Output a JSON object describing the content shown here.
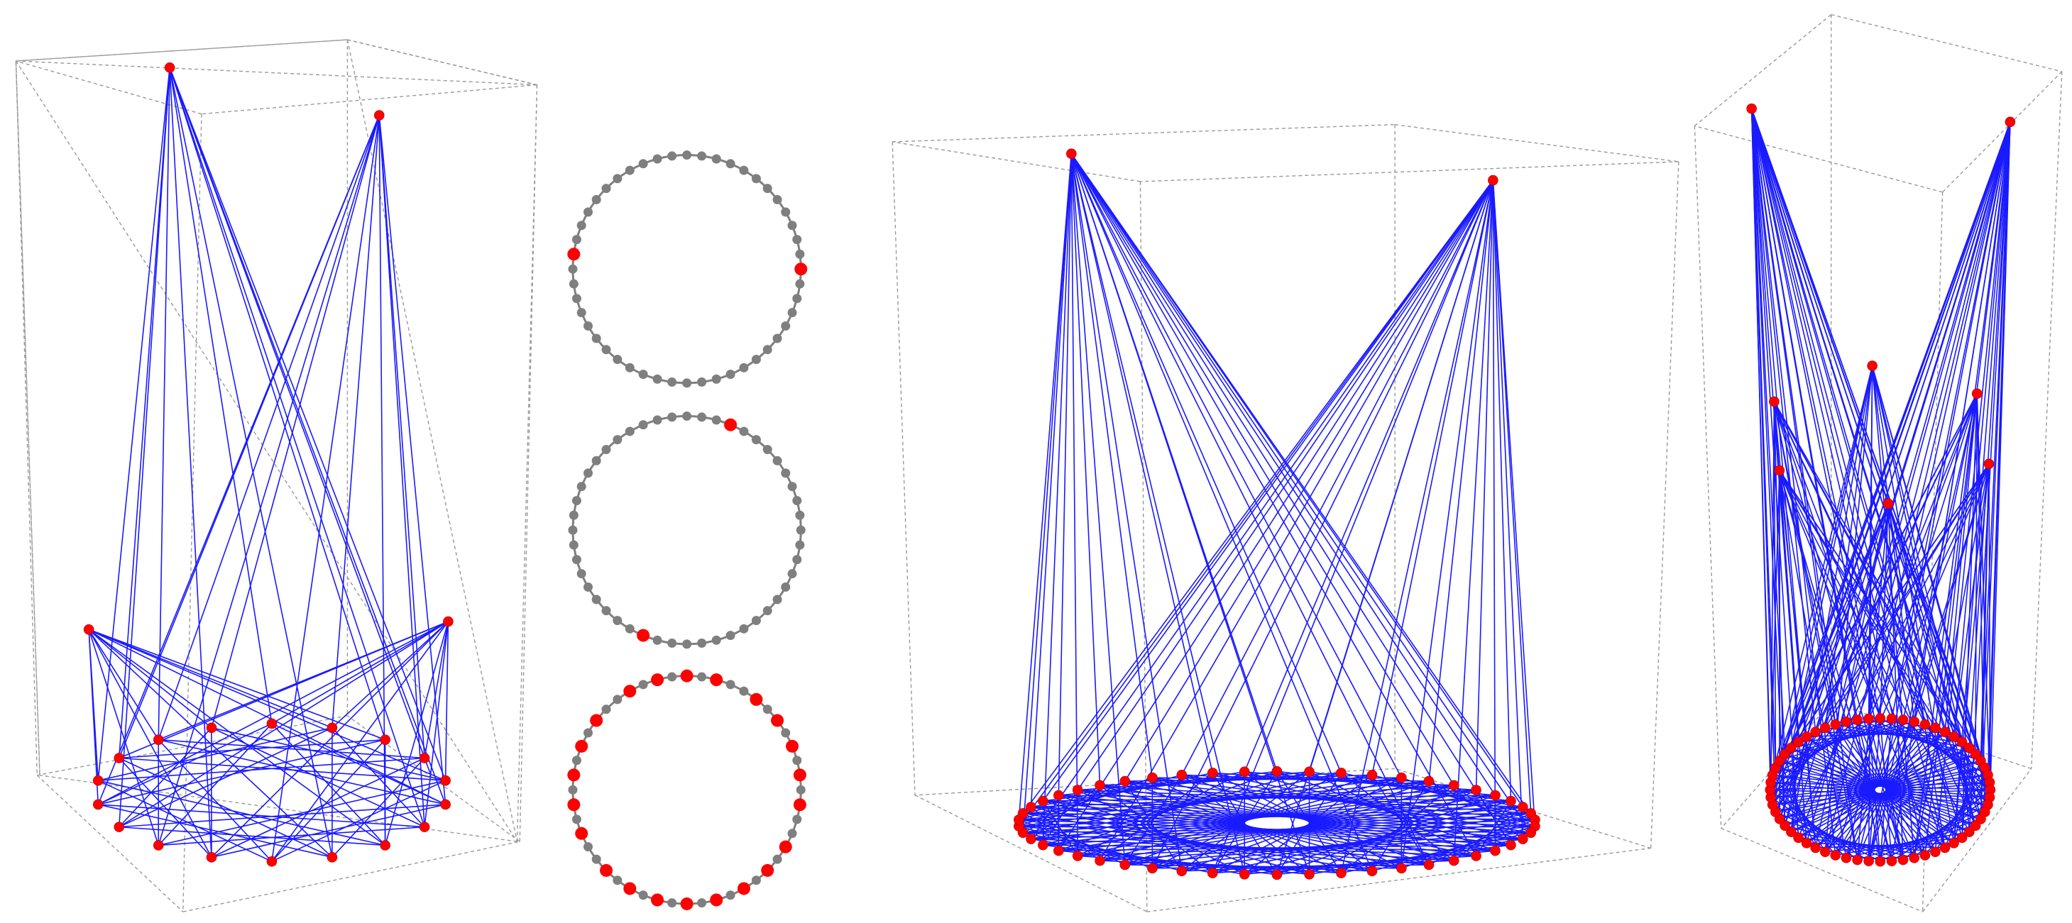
{
  "figure": {
    "panels": [
      {
        "name": "graph-3d-left",
        "top_nodes": 2,
        "mid_nodes": 2,
        "bottom_nodes": 18
      },
      {
        "name": "ring-diagrams",
        "rings": [
          {
            "dots": 48,
            "highlighted": [
              12,
              37
            ]
          },
          {
            "dots": 48,
            "highlighted": [
              3,
              27
            ]
          },
          {
            "dots": 48,
            "highlighted": [
              0,
              2,
              5,
              7,
              9,
              11,
              13,
              16,
              18,
              20,
              22,
              24,
              26,
              28,
              30,
              33,
              35,
              37,
              39,
              41,
              44,
              46
            ]
          }
        ]
      },
      {
        "name": "graph-3d-middle",
        "top_nodes": 2,
        "bottom_nodes": 50
      },
      {
        "name": "graph-3d-right",
        "top_nodes": 2,
        "mid_nodes": 6,
        "bottom_nodes": 60
      }
    ],
    "colors": {
      "edge": "#1a1aff",
      "node": "#ff0000",
      "ring": "#7f7f7f",
      "box": "#9a9a9a"
    }
  }
}
